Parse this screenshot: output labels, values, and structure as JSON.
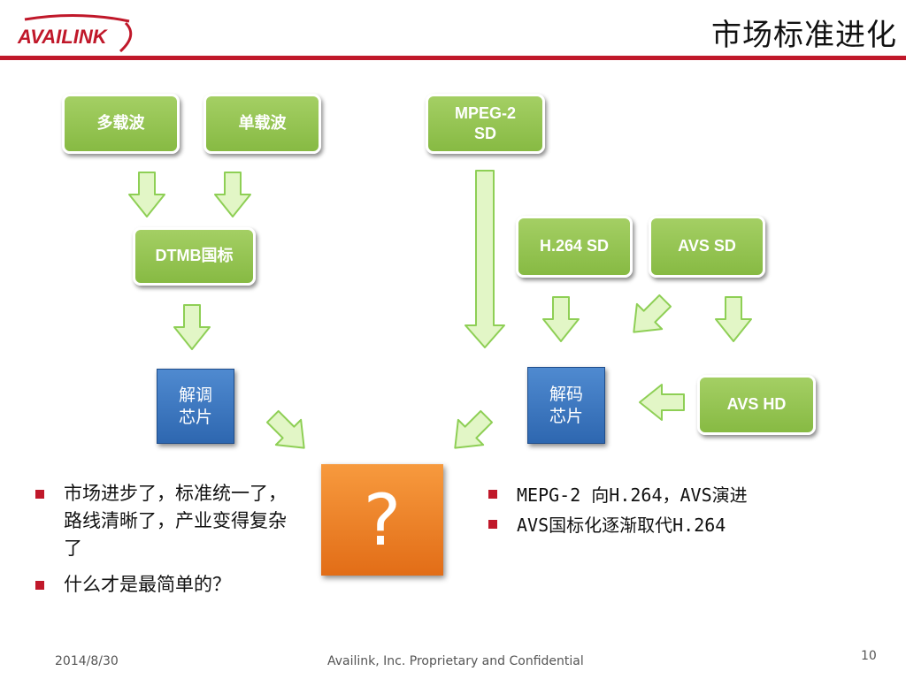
{
  "header": {
    "title": "市场标准进化",
    "logo_text": "AVAILINK"
  },
  "diagram": {
    "boxes": {
      "multi_carrier": "多载波",
      "single_carrier": "单载波",
      "dtmb": "DTMB国标",
      "demod_chip": "解调\n芯片",
      "mpeg2": "MPEG-2\nSD",
      "h264": "H.264 SD",
      "avs_sd": "AVS SD",
      "decode_chip": "解码\n芯片",
      "avs_hd": "AVS HD",
      "question": "?"
    },
    "colors": {
      "green_box": "#8fc04f",
      "blue_box": "#3b78c3",
      "orange_box": "#ef8127",
      "arrow_fill": "#e2f6c6",
      "arrow_stroke": "#8ecf55",
      "accent_rule": "#c0182a"
    }
  },
  "left_bullets": [
    "市场进步了，标准统一了，路线清晰了，产业变得复杂了",
    "什么才是最简单的？"
  ],
  "right_bullets": [
    "MEPG-2 向H.264，AVS演进",
    "AVS国标化逐渐取代H.264"
  ],
  "footer": {
    "date": "2014/8/30",
    "company": "Availink, Inc. Proprietary and Confidential",
    "page": "10"
  }
}
